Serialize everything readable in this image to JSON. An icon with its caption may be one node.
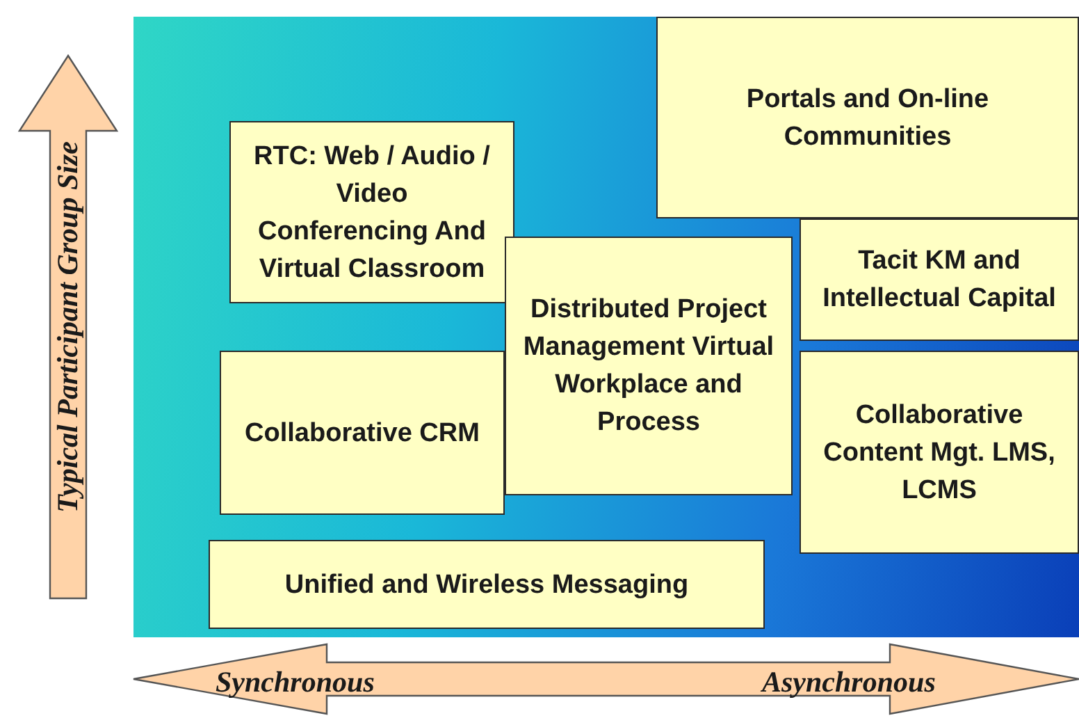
{
  "diagram": {
    "nodes": [
      {
        "text": [
          "Portals and On-line Communities"
        ]
      },
      {
        "text": [
          "RTC: Web / Audio / Video Conferencing And Virtual Classroom"
        ]
      },
      {
        "text": [
          "Distributed Project Management Virtual Workplace and Process"
        ]
      },
      {
        "text": [
          "Tacit KM and Intellectual Capital"
        ]
      },
      {
        "text": [
          "Collaborative CRM"
        ]
      },
      {
        "text": [
          "Collaborative Content Mgt. LMS, LCMS"
        ]
      },
      {
        "text": [
          "Unified and Wireless Messaging"
        ]
      }
    ],
    "edges": [],
    "labels": [
      "Typical Participant Group Size",
      "Synchronous",
      "Asynchronous"
    ]
  }
}
